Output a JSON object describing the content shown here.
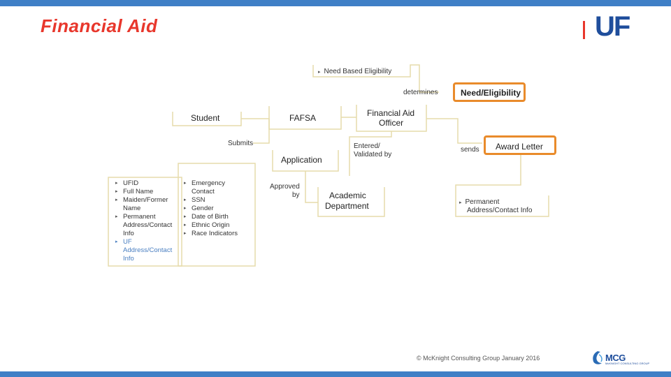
{
  "header": {
    "title": "Financial Aid",
    "logo_text": "UF"
  },
  "diagram": {
    "need_based": "Need Based Eligibility",
    "determines": "determines",
    "need_eligibility": "Need/Eligibility",
    "student": "Student",
    "fafsa": "FAFSA",
    "financial_aid_officer_1": "Financial Aid",
    "financial_aid_officer_2": "Officer",
    "submits": "Submits",
    "application": "Application",
    "entered_1": "Entered/",
    "entered_2": "Validated by",
    "sends": "sends",
    "award_letter": "Award Letter",
    "approved_1": "Approved",
    "approved_2": "by",
    "academic_1": "Academic",
    "academic_2": "Department",
    "permanent_1": "Permanent",
    "permanent_2": "Address/Contact Info",
    "student_info": [
      {
        "lines": [
          "UFID"
        ],
        "blue": false
      },
      {
        "lines": [
          "Full Name"
        ],
        "blue": false
      },
      {
        "lines": [
          "Maiden/Former",
          "Name"
        ],
        "blue": false
      },
      {
        "lines": [
          "Permanent",
          "Address/Contact",
          "Info"
        ],
        "blue": false
      },
      {
        "lines": [
          "UF",
          "Address/Contact",
          "Info"
        ],
        "blue": true
      }
    ],
    "app_info": [
      {
        "lines": [
          "Emergency",
          "Contact"
        ]
      },
      {
        "lines": [
          "SSN"
        ]
      },
      {
        "lines": [
          "Gender"
        ]
      },
      {
        "lines": [
          "Date of Birth"
        ]
      },
      {
        "lines": [
          "Ethnic Origin"
        ]
      },
      {
        "lines": [
          "Race Indicators"
        ]
      }
    ]
  },
  "footer": {
    "copyright": "© McKnight Consulting Group January 2016",
    "mcg_logo": "MCG",
    "mcg_sub": "McKNIGHT CONSULTING GROUP"
  },
  "colors": {
    "accent_blue": "#3f7fc6",
    "title_red": "#e8372c",
    "bracket_tan": "#e6dcab",
    "box_orange": "#e98b2b",
    "logo_blue": "#1f4e9c"
  }
}
